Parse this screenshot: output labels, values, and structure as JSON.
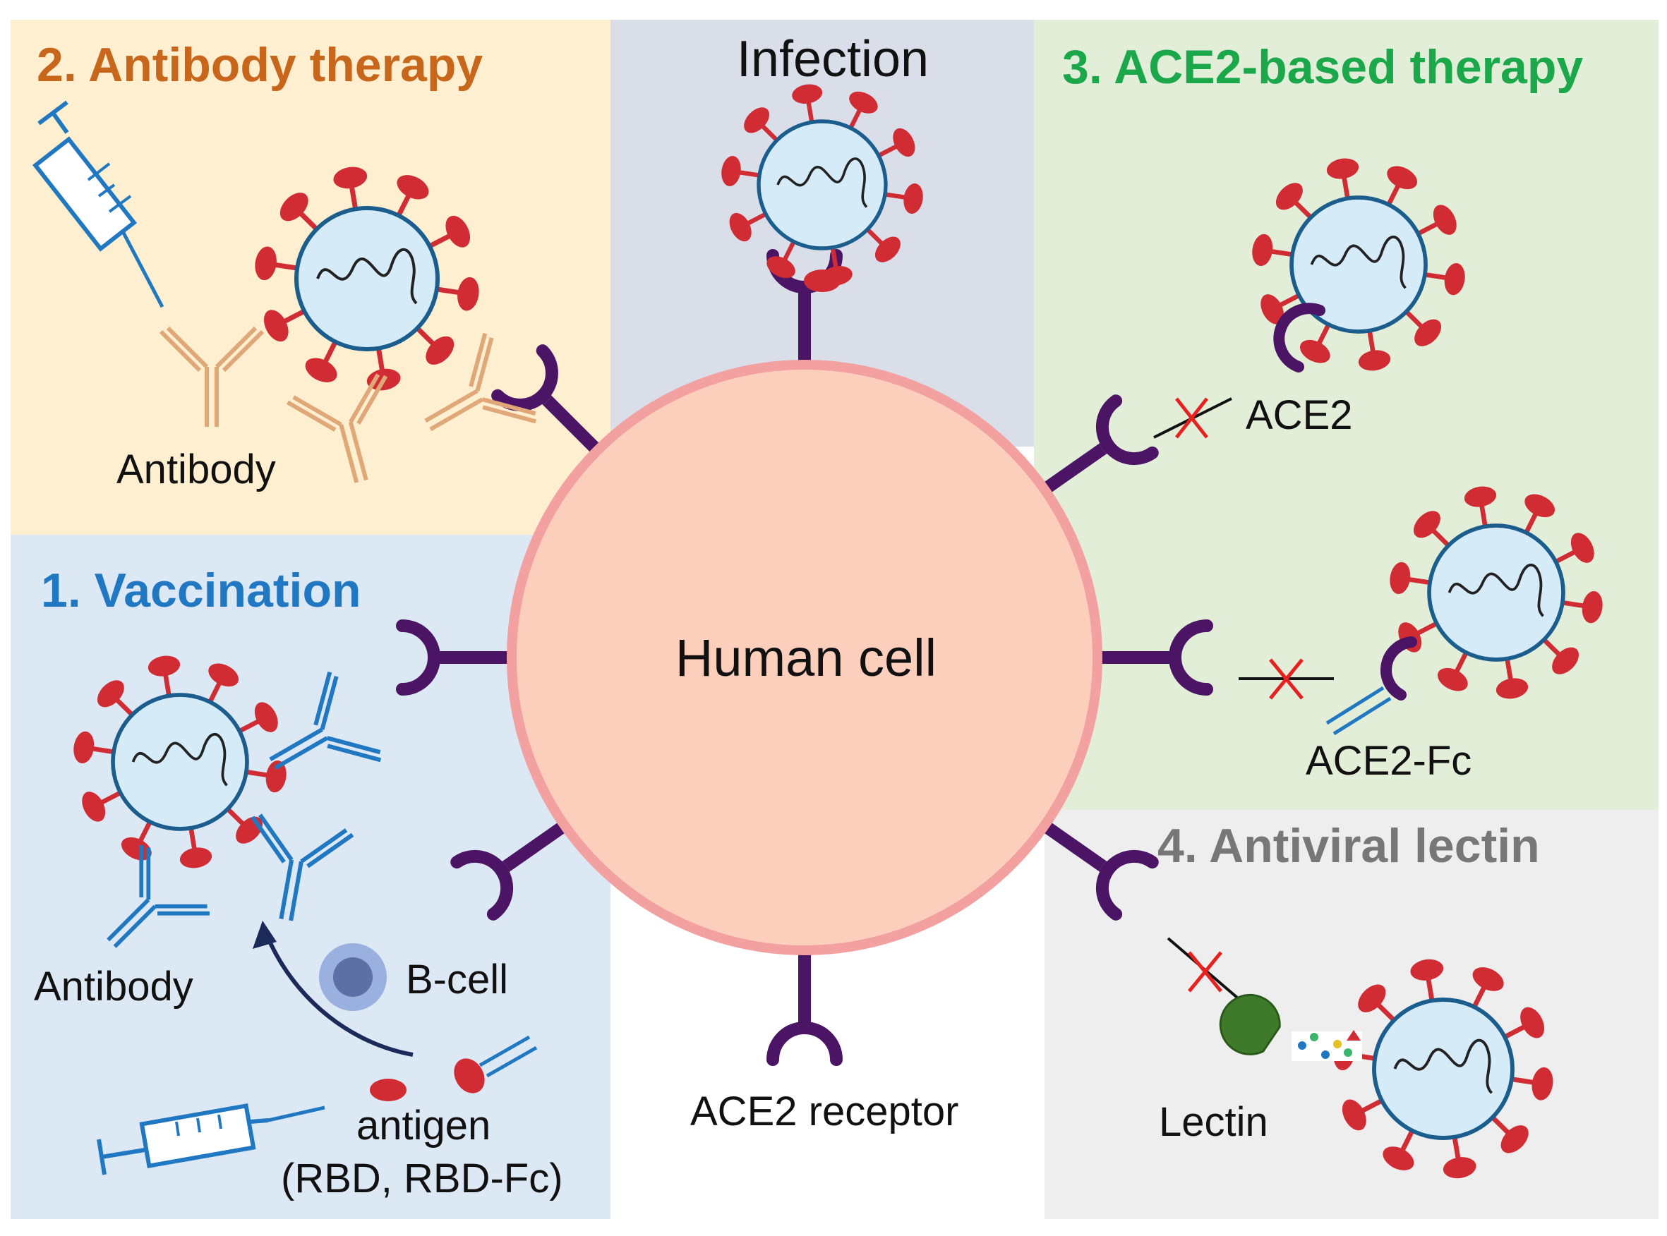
{
  "panels": {
    "antibody_therapy": {
      "title": "2. Antibody therapy",
      "color": "#c8661b",
      "bg": "#fdefd0",
      "antibody_label": "Antibody"
    },
    "infection": {
      "title": "Infection",
      "color": "#111111",
      "bg": "#d9dee8"
    },
    "ace2_therapy": {
      "title": "3. ACE2-based therapy",
      "color": "#1aa84b",
      "bg": "#e3eed9",
      "ace2_label": "ACE2",
      "ace2fc_label": "ACE2-Fc"
    },
    "vaccination": {
      "title": "1. Vaccination",
      "color": "#1f78c1",
      "bg": "#dde8f5",
      "antibody_label": "Antibody",
      "bcell_label": "B-cell",
      "antigen_label": "antigen",
      "antigen_detail": "(RBD, RBD-Fc)"
    },
    "lectin": {
      "title": "4. Antiviral lectin",
      "color": "#777777",
      "bg": "#eeeeee",
      "lectin_label": "Lectin"
    }
  },
  "cell": {
    "label": "Human cell",
    "fill": "#fccfbd",
    "stroke": "#f3a0a0"
  },
  "receptor": {
    "label": "ACE2 receptor",
    "color": "#4b1464"
  },
  "virus": {
    "membrane": "#1b5e8e",
    "interior": "#d6ebf8",
    "spike": "#d12b34"
  },
  "antibody_colors": {
    "therapy": "#e0a878",
    "vaccine": "#1f78c1"
  },
  "block_mark_color": "#e8201f",
  "icons": [
    "syringe-icon",
    "virus-icon",
    "antibody-icon",
    "receptor-icon",
    "b-cell-icon",
    "lectin-icon",
    "block-x-icon"
  ]
}
